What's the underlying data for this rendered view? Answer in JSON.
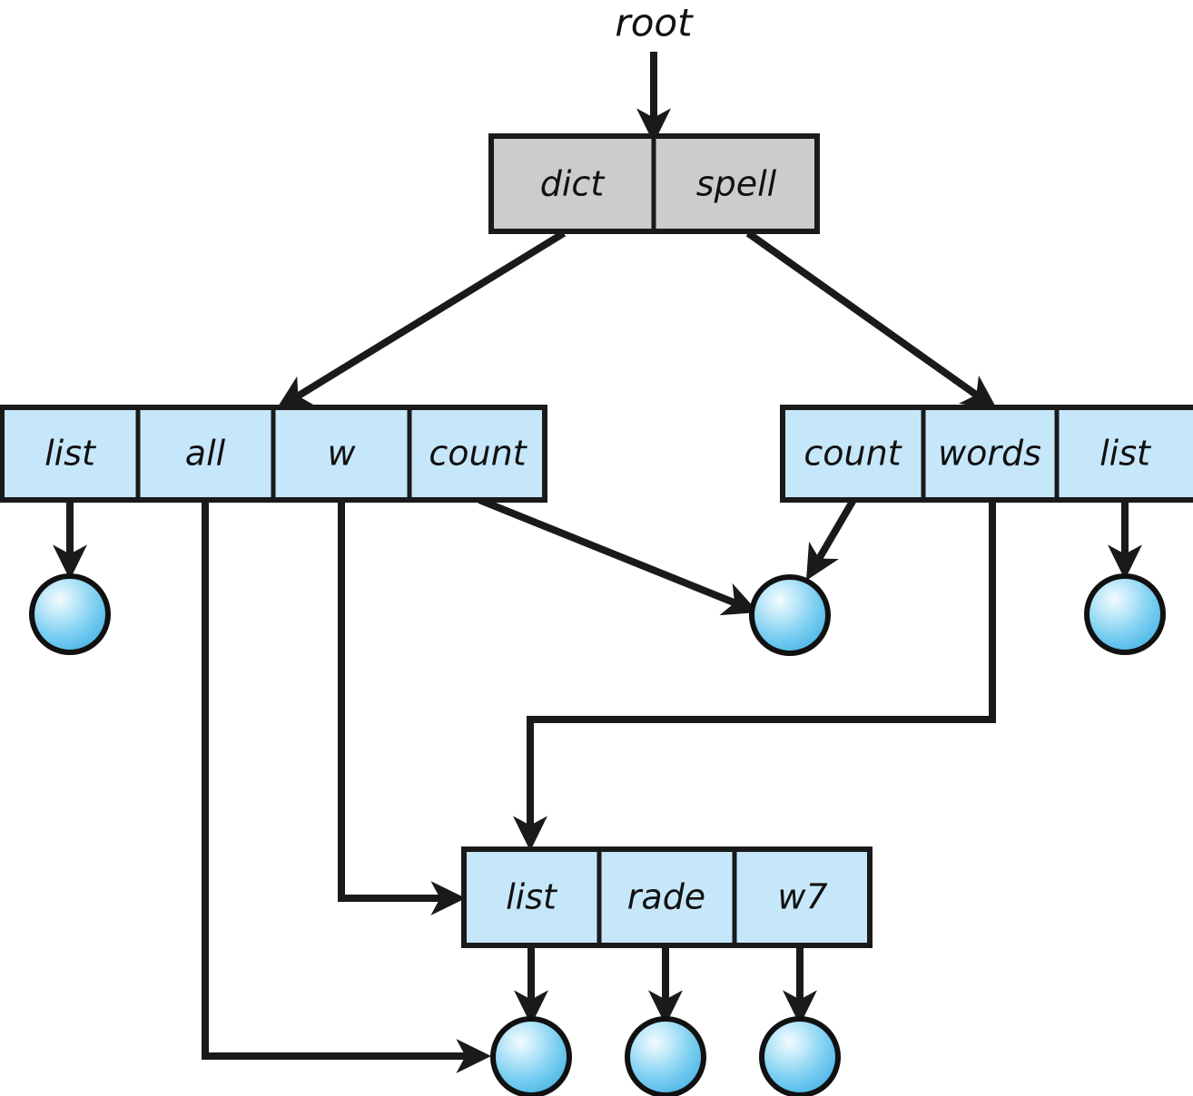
{
  "diagram": {
    "title": "hash-table-chaining-structure",
    "root_label": "root",
    "colors": {
      "root_box_fill": "#cccccc",
      "node_box_fill": "#c6e7f9",
      "box_stroke": "#1a1a1a",
      "edge_stroke": "#1a1a1a",
      "circle_fill_light": "#eaf7fd",
      "circle_fill_mid": "#79cdf0",
      "circle_fill_dark": "#46b3e6",
      "background": "#ffffff"
    },
    "root_node": {
      "name": "root-node",
      "cells": [
        {
          "label": "dict"
        },
        {
          "label": "spell"
        }
      ]
    },
    "left_node": {
      "name": "left-node",
      "cells": [
        {
          "label": "list"
        },
        {
          "label": "all"
        },
        {
          "label": "w"
        },
        {
          "label": "count"
        }
      ]
    },
    "right_node": {
      "name": "right-node",
      "cells": [
        {
          "label": "count"
        },
        {
          "label": "words"
        },
        {
          "label": "list"
        }
      ]
    },
    "bottom_node": {
      "name": "bottom-node",
      "cells": [
        {
          "label": "list"
        },
        {
          "label": "rade"
        },
        {
          "label": "w7"
        }
      ]
    },
    "leaf_circles": [
      {
        "name": "leaf-circle-left"
      },
      {
        "name": "leaf-circle-middle"
      },
      {
        "name": "leaf-circle-right"
      },
      {
        "name": "leaf-circle-bottom-1"
      },
      {
        "name": "leaf-circle-bottom-2"
      },
      {
        "name": "leaf-circle-bottom-3"
      }
    ],
    "edges": [
      {
        "name": "edge-root-entry",
        "from": "root",
        "to": "root-node"
      },
      {
        "name": "edge-dict-to-left-node",
        "from": "dict",
        "to": "left-node"
      },
      {
        "name": "edge-spell-to-right-node",
        "from": "spell",
        "to": "right-node"
      },
      {
        "name": "edge-left-list-to-leaf",
        "from": "list",
        "to": "leaf-circle-left"
      },
      {
        "name": "edge-left-all-to-leaf",
        "from": "all",
        "to": "leaf-circle-bottom-1"
      },
      {
        "name": "edge-left-w-to-bottom-node",
        "from": "w",
        "to": "bottom-node"
      },
      {
        "name": "edge-left-count-to-leaf",
        "from": "count",
        "to": "leaf-circle-middle"
      },
      {
        "name": "edge-right-count-to-leaf",
        "from": "count",
        "to": "leaf-circle-middle"
      },
      {
        "name": "edge-right-words-to-bottom-node",
        "from": "words",
        "to": "bottom-node"
      },
      {
        "name": "edge-right-list-to-leaf",
        "from": "list",
        "to": "leaf-circle-right"
      },
      {
        "name": "edge-bottom-list-to-leaf",
        "from": "list",
        "to": "leaf-circle-bottom-1"
      },
      {
        "name": "edge-bottom-rade-to-leaf",
        "from": "rade",
        "to": "leaf-circle-bottom-2"
      },
      {
        "name": "edge-bottom-w7-to-leaf",
        "from": "w7",
        "to": "leaf-circle-bottom-3"
      }
    ]
  }
}
